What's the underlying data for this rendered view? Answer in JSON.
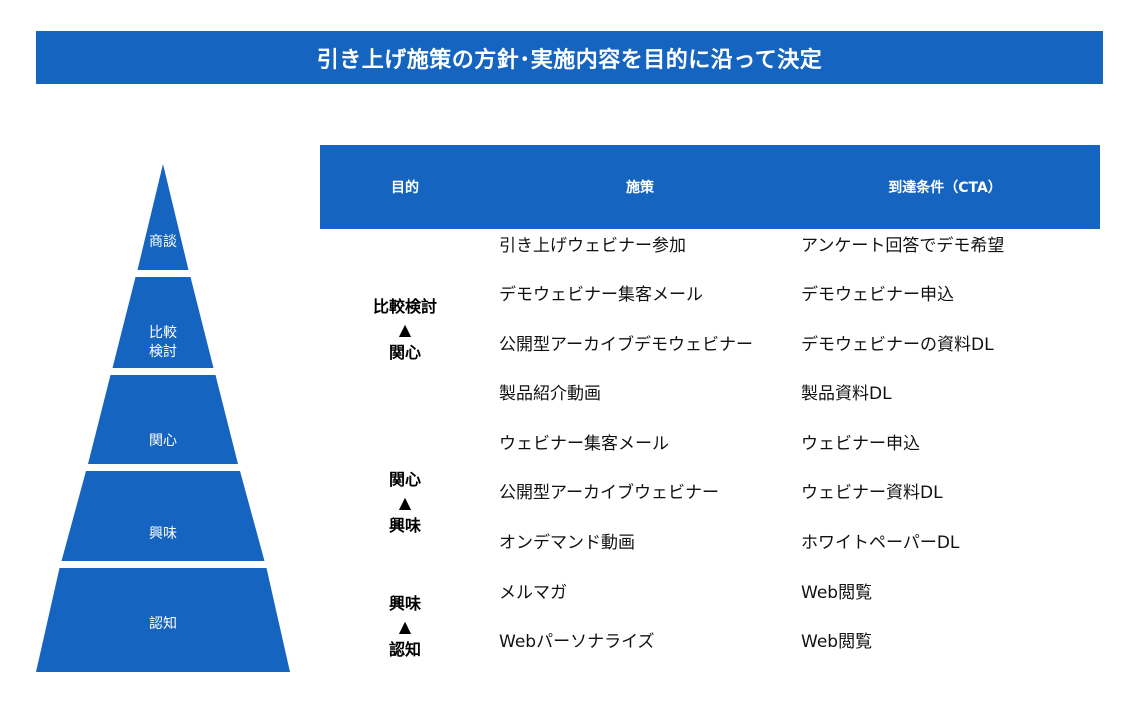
{
  "title": "引き上げ施策の方針･実施内容を目的に沿って決定",
  "colors": {
    "accent": "#1565c0",
    "text": "#111111",
    "background": "#ffffff"
  },
  "pyramid": {
    "tiers": [
      {
        "lines": [
          "商談"
        ]
      },
      {
        "lines": [
          "比較",
          "検討"
        ]
      },
      {
        "lines": [
          "関心"
        ]
      },
      {
        "lines": [
          "興味"
        ]
      },
      {
        "lines": [
          "認知"
        ]
      }
    ]
  },
  "table": {
    "headers": {
      "purpose": "目的",
      "measure": "施策",
      "cta": "到達条件（CTA）"
    },
    "groups": [
      {
        "lines": [
          "比較検討",
          "▲",
          "関心"
        ]
      },
      {
        "lines": [
          "関心",
          "▲",
          "興味"
        ]
      },
      {
        "lines": [
          "興味",
          "▲",
          "認知"
        ]
      }
    ],
    "rows": [
      {
        "measure": "引き上げウェビナー参加",
        "cta": "アンケート回答でデモ希望"
      },
      {
        "measure": "デモウェビナー集客メール",
        "cta": "デモウェビナー申込"
      },
      {
        "measure": "公開型アーカイブデモウェビナー",
        "cta": "デモウェビナーの資料DL"
      },
      {
        "measure": "製品紹介動画",
        "cta": "製品資料DL"
      },
      {
        "measure": "ウェビナー集客メール",
        "cta": "ウェビナー申込"
      },
      {
        "measure": "公開型アーカイブウェビナー",
        "cta": "ウェビナー資料DL"
      },
      {
        "measure": "オンデマンド動画",
        "cta": "ホワイトペーパーDL"
      },
      {
        "measure": "メルマガ",
        "cta": "Web閲覧"
      },
      {
        "measure": "Webパーソナライズ",
        "cta": "Web閲覧"
      }
    ]
  }
}
